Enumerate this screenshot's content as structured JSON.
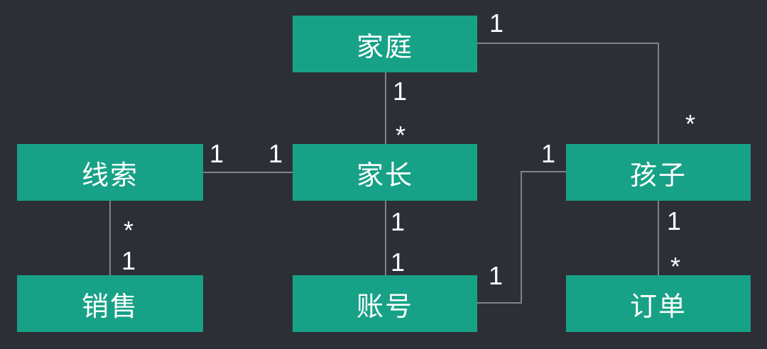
{
  "diagram": {
    "kind": "entity-relationship",
    "colors": {
      "background": "#2d2f36",
      "entity_fill": "#17a287",
      "entity_text": "#ffffff",
      "line": "#808389",
      "cardinality_text": "#ffffff"
    }
  },
  "entities": {
    "family": {
      "label": "家庭"
    },
    "lead": {
      "label": "线索"
    },
    "parent": {
      "label": "家长"
    },
    "child": {
      "label": "孩子"
    },
    "sales": {
      "label": "销售"
    },
    "account": {
      "label": "账号"
    },
    "order": {
      "label": "订单"
    }
  },
  "edges": [
    {
      "id": "family-parent",
      "from": "家庭",
      "to": "家长",
      "from_card": "1",
      "to_card": "*"
    },
    {
      "id": "family-child",
      "from": "家庭",
      "to": "孩子",
      "from_card": "1",
      "to_card": "*"
    },
    {
      "id": "lead-parent",
      "from": "线索",
      "to": "家长",
      "from_card": "1",
      "to_card": "1"
    },
    {
      "id": "lead-sales",
      "from": "线索",
      "to": "销售",
      "from_card": "*",
      "to_card": "1"
    },
    {
      "id": "parent-account",
      "from": "家长",
      "to": "账号",
      "from_card": "1",
      "to_card": "1"
    },
    {
      "id": "account-child",
      "from": "账号",
      "to": "孩子",
      "from_card": "1",
      "to_card": "1"
    },
    {
      "id": "child-order",
      "from": "孩子",
      "to": "订单",
      "from_card": "1",
      "to_card": "*"
    }
  ]
}
